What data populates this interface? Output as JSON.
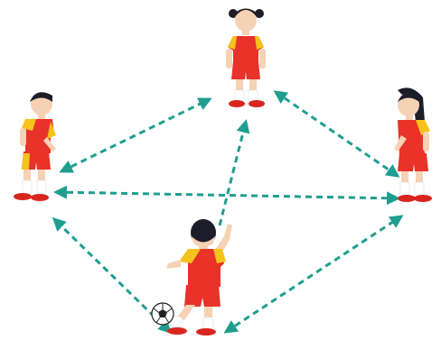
{
  "scene": {
    "players": [
      {
        "id": "player-top",
        "role": "standing",
        "hair": "pigtails"
      },
      {
        "id": "player-left",
        "role": "standing",
        "hair": "short"
      },
      {
        "id": "player-right",
        "role": "standing",
        "hair": "long"
      },
      {
        "id": "player-bottom",
        "role": "kicking",
        "hair": "short",
        "has_ball": true
      }
    ],
    "passes": [
      {
        "from": "player-left",
        "to": "player-top",
        "bidirectional": true
      },
      {
        "from": "player-top",
        "to": "player-right",
        "bidirectional": true
      },
      {
        "from": "player-left",
        "to": "player-right",
        "bidirectional": true
      },
      {
        "from": "player-bottom",
        "to": "player-top",
        "bidirectional": false
      },
      {
        "from": "player-bottom",
        "to": "player-left",
        "bidirectional": true
      },
      {
        "from": "player-bottom",
        "to": "player-right",
        "bidirectional": true
      }
    ],
    "colors": {
      "arrow": "#1f9e8f",
      "shirt": "#e8322a",
      "sleeve": "#f6c21c",
      "shorts": "#e8322a",
      "skin": "#f6d2b4",
      "hair": "#1d1d2a",
      "sock": "#ffffff",
      "shoe": "#d8261f"
    },
    "icons": [
      "soccer-ball-icon",
      "dashed-arrow-icon"
    ]
  }
}
